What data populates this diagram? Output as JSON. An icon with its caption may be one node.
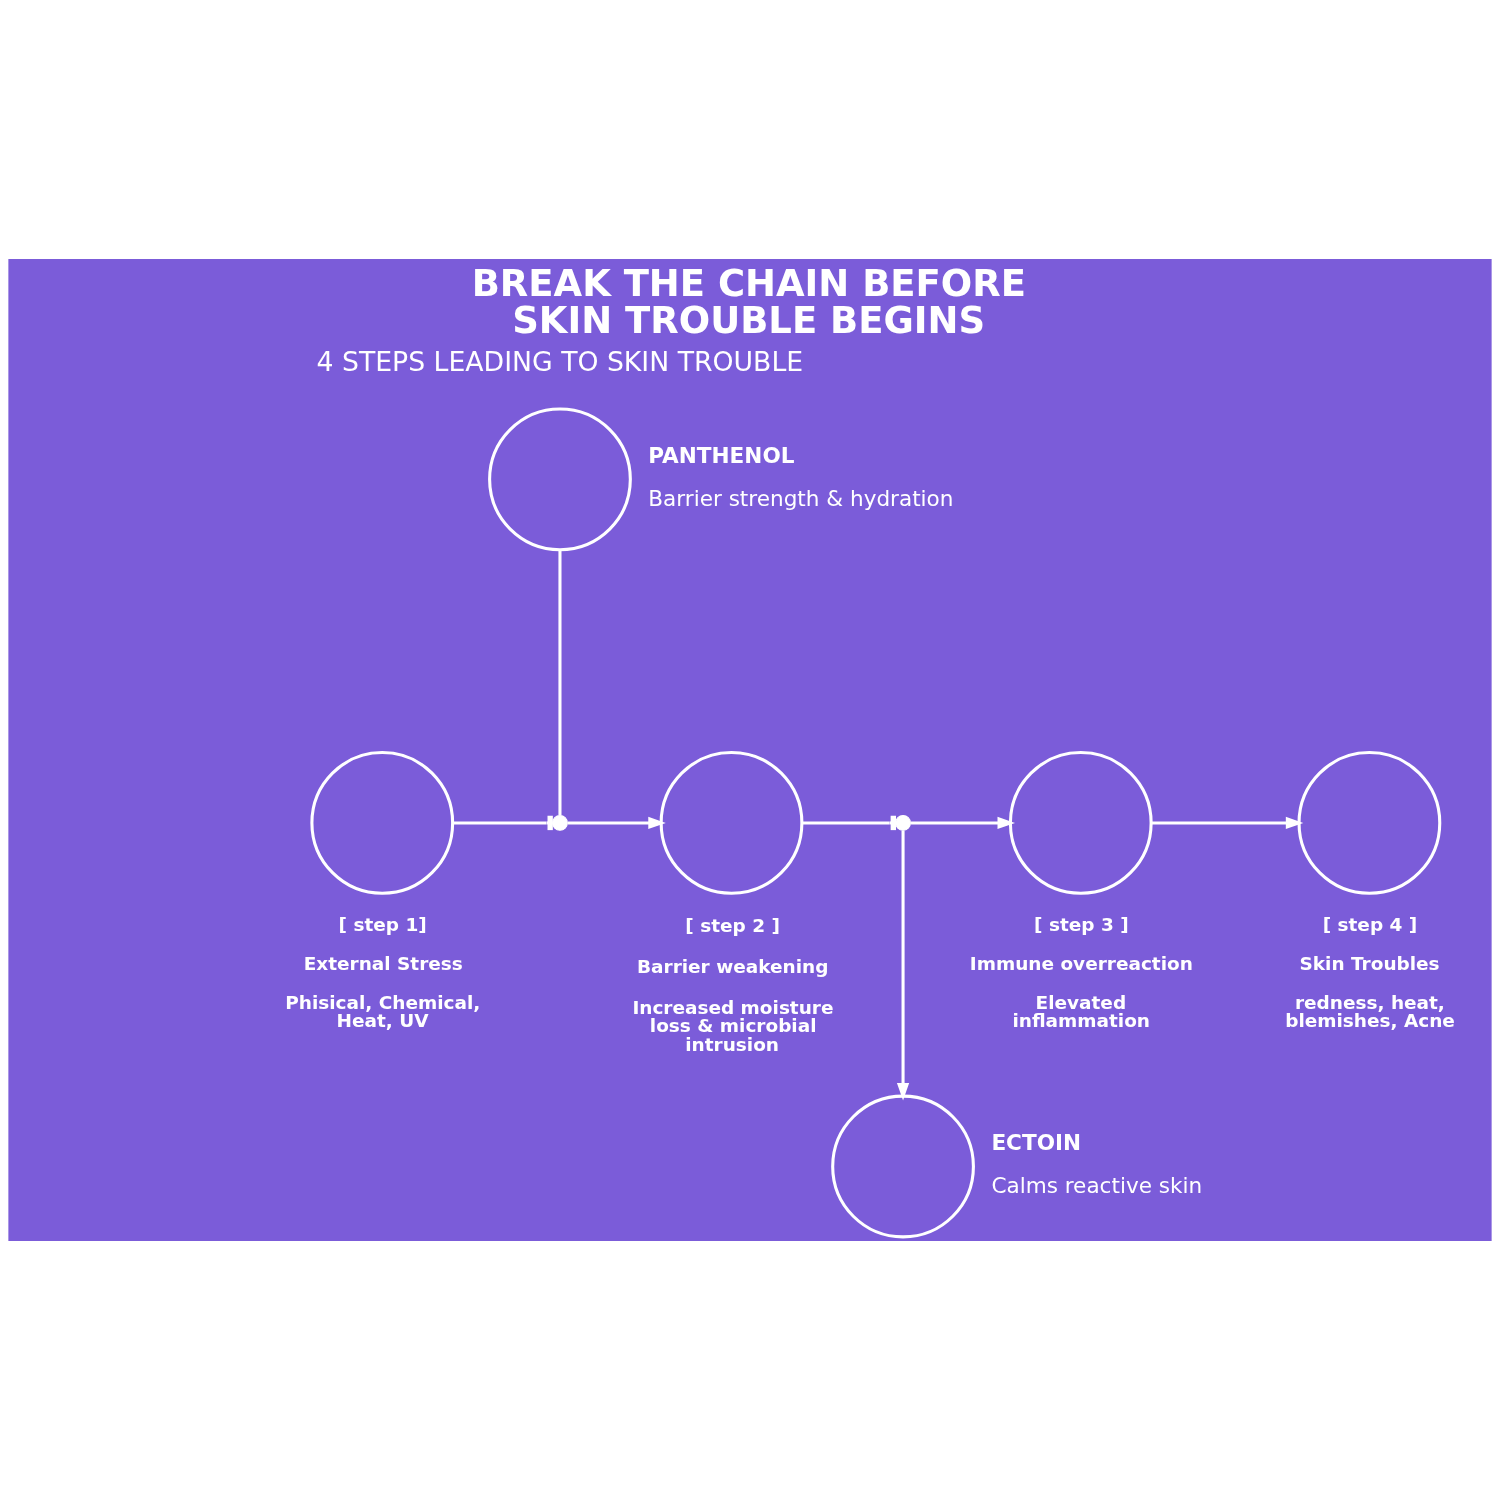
{
  "diagram": {
    "title": "BREAK THE CHAIN BEFORE SKIN TROUBLE BEGINS",
    "nodes": [
      {
        "text": [],
        "shape": "circle",
        "beside": [
          "PANTHENOL",
          "Barrier strength & hydration"
        ]
      },
      {
        "text": [],
        "shape": "circle",
        "beside": [
          "[ step 1]",
          "External Stress",
          "Phisical, Chemical, Heat, UV"
        ]
      },
      {
        "text": [],
        "shape": "dot"
      },
      {
        "text": [],
        "shape": "circle",
        "beside": [
          "[ step 2 ]",
          "Barrier weakening",
          "Increased moisture loss & microbial intrusion"
        ]
      },
      {
        "text": [],
        "shape": "dot"
      },
      {
        "text": [],
        "shape": "circle",
        "beside": [
          "[ step 3 ]",
          "Immune overreaction",
          "Elevated inflammation"
        ]
      },
      {
        "text": [],
        "shape": "circle",
        "beside": [
          "[ step 4 ]",
          "Skin Troubles",
          "redness, heat, blemishes, Acne"
        ]
      },
      {
        "text": [],
        "shape": "circle",
        "beside": [
          "ECTOIN",
          "Calms reactive skin"
        ]
      }
    ],
    "edges": [
      {
        "from": 0,
        "to": 2,
        "arrow": "none"
      },
      {
        "from": 1,
        "to": 2,
        "arrow": "other"
      },
      {
        "from": 2,
        "to": 3,
        "arrow": "to"
      },
      {
        "from": 3,
        "to": 4,
        "arrow": "other"
      },
      {
        "from": 4,
        "to": 5,
        "arrow": "to"
      },
      {
        "from": 4,
        "to": 7,
        "arrow": "to"
      },
      {
        "from": 5,
        "to": 6,
        "arrow": "to"
      }
    ],
    "labels": [
      "4 STEPS LEADING TO SKIN TROUBLE"
    ]
  }
}
